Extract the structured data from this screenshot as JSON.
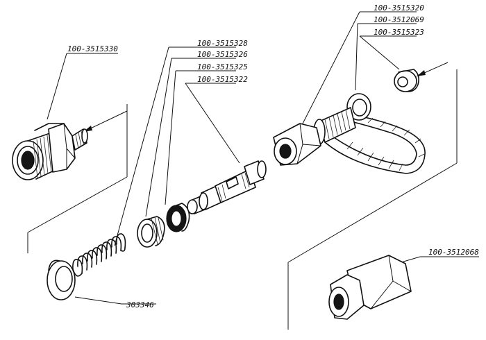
{
  "parts": {
    "union_fitting": "100-3515330",
    "spring_seat": "100-3515328",
    "ring": "100-3515326",
    "seal_ring": "100-3515325",
    "valve_stem": "100-3515322",
    "bracket_nut": "100-3515320",
    "bracket": "100-3512069",
    "washer_nut": "100-3515323",
    "connector": "100-3512068",
    "gasket": "303346"
  }
}
